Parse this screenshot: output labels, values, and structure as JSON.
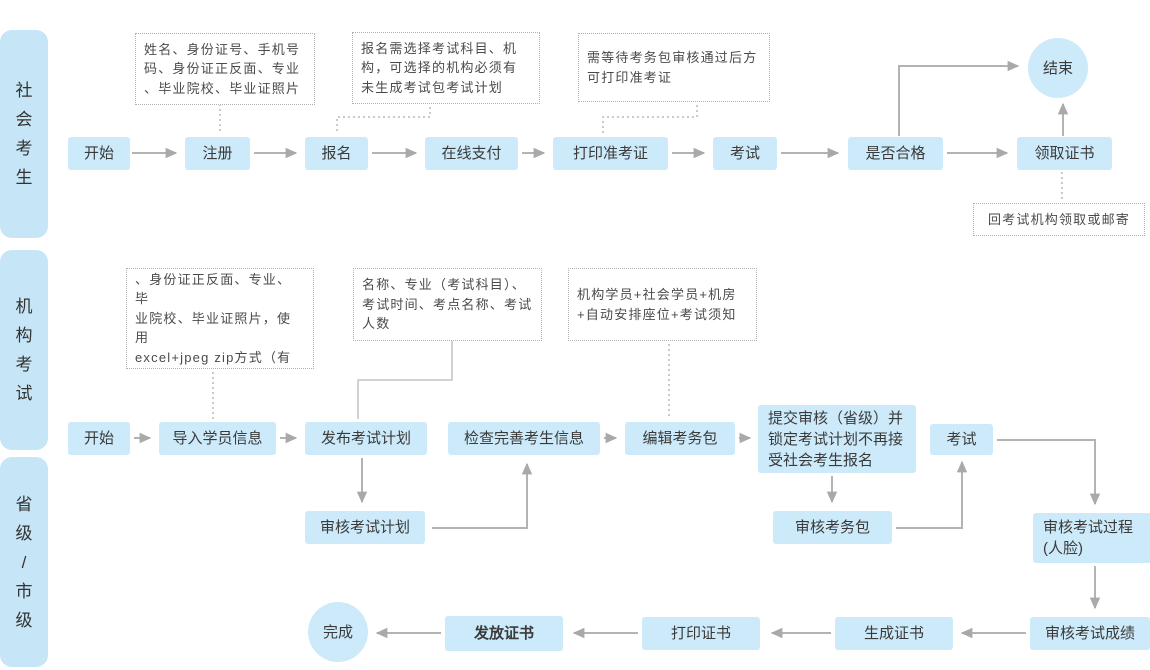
{
  "lanes": [
    {
      "label": "社\n会\n考\n生"
    },
    {
      "label": "机\n构\n考\n试"
    },
    {
      "label": "省\n级\n/\n市\n级"
    }
  ],
  "social": {
    "start": "开始",
    "register": "注册",
    "signup": "报名",
    "pay": "在线支付",
    "print_ticket": "打印准考证",
    "exam": "考试",
    "pass_check": "是否合格",
    "get_cert": "领取证书",
    "end": "结束",
    "notes": {
      "register_info": "姓名、身份证号、手机号\n码、身份证正反面、专业\n、毕业院校、毕业证照片",
      "signup_rule": "报名需选择考试科目、机\n构，可选择的机构必须有\n未生成考试包考试计划",
      "ticket_rule": "需等待考务包审核通过后方\n可打印准考证",
      "cert_delivery": "回考试机构领取或邮寄"
    }
  },
  "org": {
    "start": "开始",
    "import_students": "导入学员信息",
    "publish_plan": "发布考试计划",
    "check_info": "检查完善考生信息",
    "edit_package": "编辑考务包",
    "submit_review": "提交审核（省级）并\n锁定考试计划不再接\n受社会考生报名",
    "exam": "考试",
    "notes": {
      "import_info": "姓名、身份证号、手机号码\n、身份证正反面、专业、毕\n业院校、毕业证照片，使用\nexcel+jpeg zip方式（有补考\n的影像",
      "plan_info": "名称、专业（考试科目）、\n考试时间、考点名称、考试\n人数",
      "package_info": "机构学员+社会学员+机房\n+自动安排座位+考试须知"
    }
  },
  "gov": {
    "review_plan": "审核考试计划",
    "review_package": "审核考务包",
    "review_process": "审核考试过程\n(人脸)",
    "review_score": "审核考试成绩",
    "gen_cert": "生成证书",
    "print_cert": "打印证书",
    "issue_cert": "发放证书",
    "done": "完成"
  }
}
